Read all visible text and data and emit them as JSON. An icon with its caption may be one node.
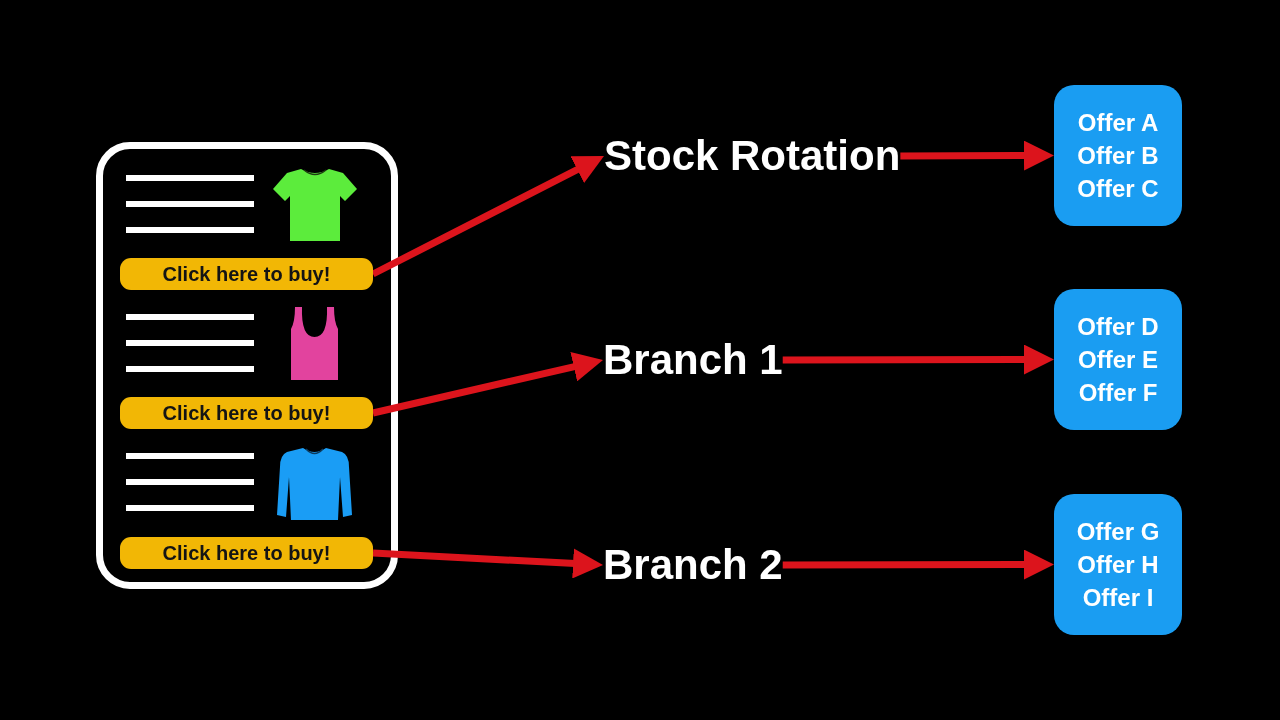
{
  "diagram": {
    "nodes": [
      {
        "text": [],
        "shape": "box"
      },
      {
        "text": [
          "Click here to buy!"
        ],
        "in": 0
      },
      {
        "text": [
          "Click here to buy!"
        ],
        "in": 0
      },
      {
        "text": [
          "Click here to buy!"
        ],
        "in": 0
      },
      {
        "text": [
          "Stock Rotation"
        ]
      },
      {
        "text": [
          "Branch 1"
        ]
      },
      {
        "text": [
          "Branch 2"
        ]
      },
      {
        "text": [
          "Offer A",
          "Offer B",
          "Offer C"
        ]
      },
      {
        "text": [
          "Offer D",
          "Offer E",
          "Offer F"
        ]
      },
      {
        "text": [
          "Offer G",
          "Offer H",
          "Offer I"
        ]
      }
    ],
    "edges": [
      {
        "from": 1,
        "to": 4,
        "arrow": "to"
      },
      {
        "from": 2,
        "to": 5,
        "arrow": "to"
      },
      {
        "from": 3,
        "to": 6,
        "arrow": "to"
      },
      {
        "from": 4,
        "to": 7,
        "arrow": "to"
      },
      {
        "from": 5,
        "to": 8,
        "arrow": "to"
      },
      {
        "from": 6,
        "to": 9,
        "arrow": "to"
      }
    ]
  }
}
